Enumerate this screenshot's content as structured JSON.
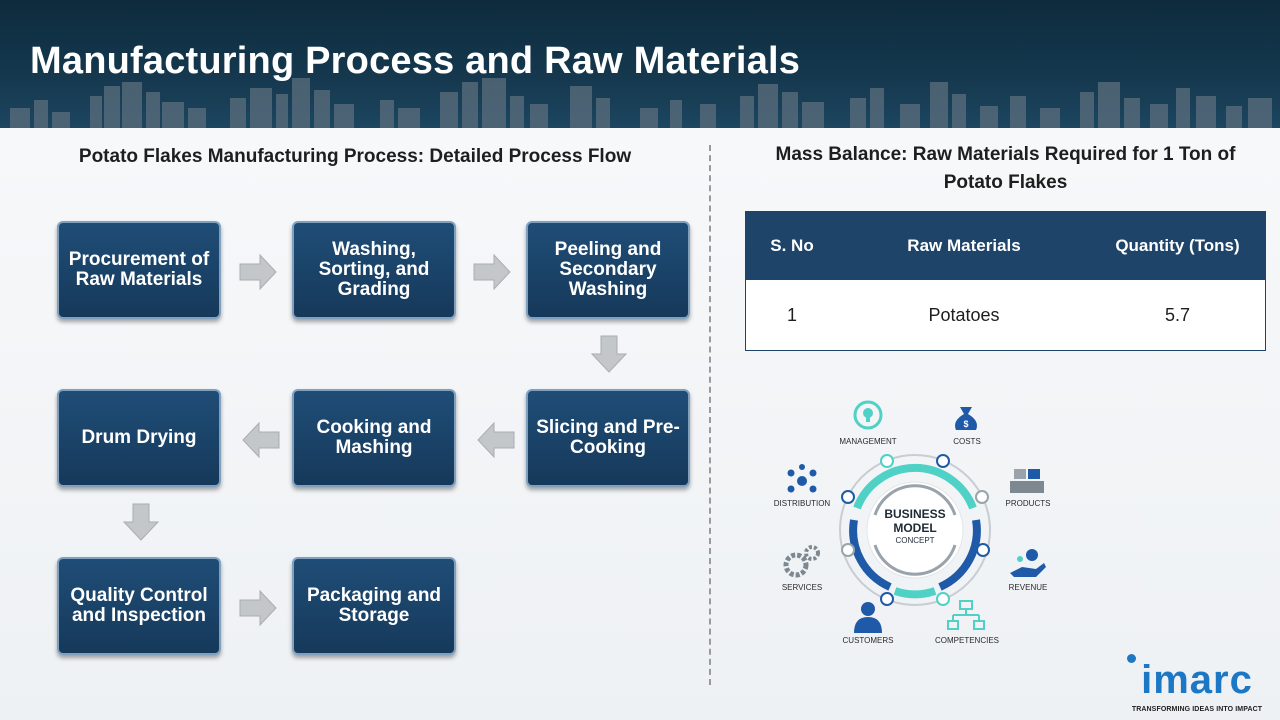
{
  "header": {
    "title": "Manufacturing Process and Raw Materials"
  },
  "process": {
    "title": "Potato Flakes Manufacturing Process: Detailed Process Flow",
    "steps": [
      "Procurement of Raw Materials",
      "Washing, Sorting, and Grading",
      "Peeling and Secondary Washing",
      "Slicing and Pre-Cooking",
      "Cooking and Mashing",
      "Drum Drying",
      "Quality Control and Inspection",
      "Packaging and Storage"
    ]
  },
  "mass_balance": {
    "title": "Mass Balance: Raw Materials Required for 1 Ton of Potato Flakes",
    "columns": [
      "S. No",
      "Raw Materials",
      "Quantity (Tons)"
    ],
    "rows": [
      [
        "1",
        "Potatoes",
        "5.7"
      ]
    ]
  },
  "business_model": {
    "center_line1": "BUSINESS",
    "center_line2": "MODEL",
    "center_line3": "CONCEPT",
    "labels": {
      "management": "MANAGEMENT",
      "costs": "COSTS",
      "distribution": "DISTRIBUTION",
      "products": "PRODUCTS",
      "services": "SERVICES",
      "revenue": "REVENUE",
      "customers": "CUSTOMERS",
      "competencies": "COMPETENCIES"
    },
    "icons": {
      "management": "lightbulb-gear-icon",
      "costs": "money-bag-icon",
      "distribution": "network-icon",
      "products": "boxes-icon",
      "services": "gears-icon",
      "revenue": "hand-coin-icon",
      "customers": "person-icon",
      "competencies": "org-chart-icon"
    },
    "colors": {
      "teal": "#4fd1c5",
      "blue": "#1e5aa8",
      "gray": "#9aa3ab"
    }
  },
  "logo": {
    "brand": "imarc",
    "tagline": "TRANSFORMING IDEAS INTO IMPACT",
    "color": "#1c78c5"
  }
}
